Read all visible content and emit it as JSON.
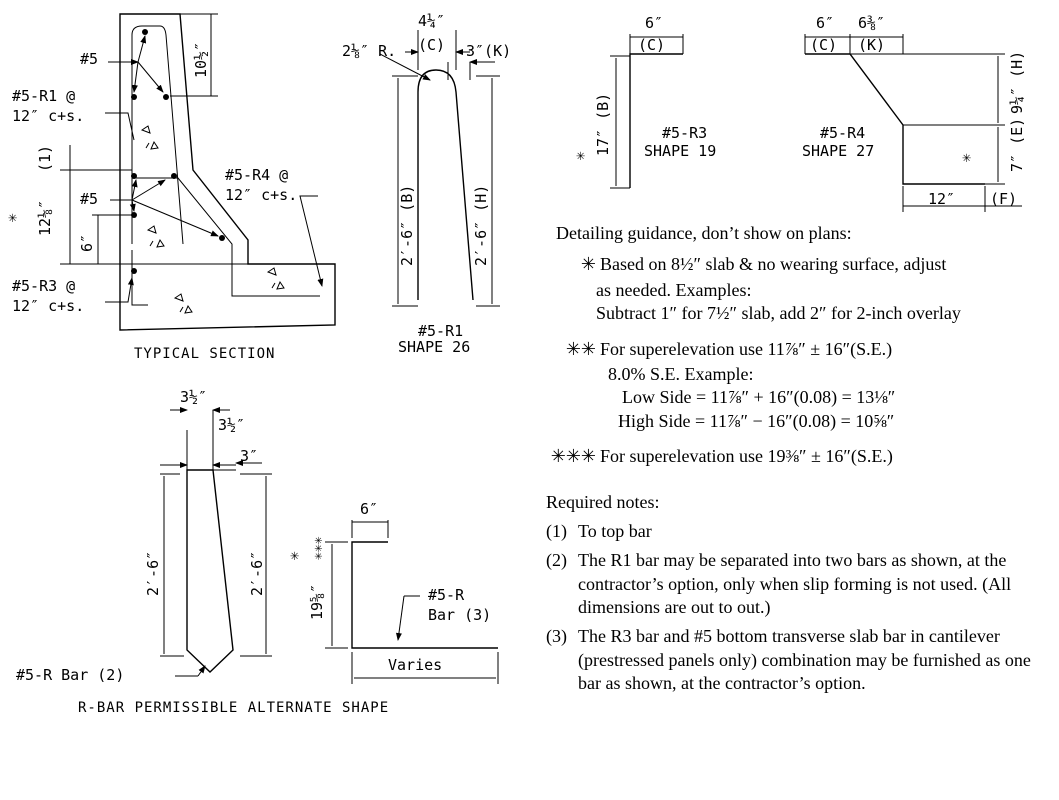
{
  "typical_section": {
    "caption": "TYPICAL SECTION",
    "label_5": "#5",
    "label_5b": "#5",
    "r1_label": "#5-R1 @",
    "r1_spacing": "12″ c+s.",
    "r4_label": "#5-R4 @",
    "r4_spacing": "12″ c+s.",
    "r3_label": "#5-R3 @",
    "r3_spacing": "12″ c+s.",
    "dim_top": "10½″",
    "dim_1": "(1)",
    "dim_star": "✳",
    "dim_12": "12⅛″",
    "dim_6": "6″"
  },
  "shape_26": {
    "radius": "2⅛″ R.",
    "dim_c_val": "4¼″",
    "dim_c": "(C)",
    "dim_k": "3″(K)",
    "dim_b": "2′-6″ (B)",
    "dim_h": "2′-6″ (H)",
    "bar": "#5-R1",
    "shape": "SHAPE 26"
  },
  "shape_19": {
    "dim_c_val": "6″",
    "dim_c": "(C)",
    "dim_b": "17″ (B)",
    "star": "✳",
    "bar": "#5-R3",
    "shape": "SHAPE 19"
  },
  "shape_27": {
    "dim_c_val": "6″",
    "dim_k_val": "6⅜″",
    "dim_c": "(C)",
    "dim_k": "(K)",
    "dim_h": "9¼″ (H)",
    "dim_e": "7″ (E)",
    "star": "✳",
    "dim_f_val": "12″",
    "dim_f": "(F)",
    "bar": "#5-R4",
    "shape": "SHAPE 27"
  },
  "alternate": {
    "dim_a": "3½″",
    "dim_b": "3½″",
    "dim_c": "3″",
    "dim_left": "2′-6″",
    "dim_right": "2′-6″",
    "bar2": "#5-R Bar (2)",
    "stars": "✳✳✳",
    "star_single": "✳",
    "dim_19": "19⅝″",
    "dim_6": "6″",
    "bar3_a": "#5-R",
    "bar3_b": "Bar (3)",
    "varies": "Varies",
    "caption": "R-BAR PERMISSIBLE ALTERNATE SHAPE"
  },
  "notes": {
    "guidance_title": "Detailing guidance, don’t show on plans:",
    "n1_mark": "✳",
    "n1_line1": "Based on 8½″ slab & no wearing surface, adjust",
    "n1_line2": "as needed. Examples:",
    "n1_line3": "Subtract 1″ for 7½″ slab, add 2″ for 2-inch overlay",
    "n2_mark": "✳✳",
    "n2_line1": "For superelevation use 11⅞″ ± 16″(S.E.)",
    "n2_line2": "8.0% S.E. Example:",
    "n2_line3": "Low Side = 11⅞″ + 16″(0.08) = 13⅛″",
    "n2_line4": "High Side = 11⅞″ − 16″(0.08) = 10⅝″",
    "n3_mark": "✳✳✳",
    "n3_line1": "For superelevation use 19⅜″ ± 16″(S.E.)",
    "required_title": "Required notes:",
    "r1_num": "(1)",
    "r1_text": "To top bar",
    "r2_num": "(2)",
    "r2_text": "The R1 bar may be separated into two bars as shown, at the contractor’s option, only when slip forming is not used. (All dimensions are out to out.)",
    "r3_num": "(3)",
    "r3_text": "The R3 bar and #5 bottom transverse slab bar in cantilever (prestressed panels only) combination may be furnished as one bar as shown, at the contractor’s option."
  }
}
